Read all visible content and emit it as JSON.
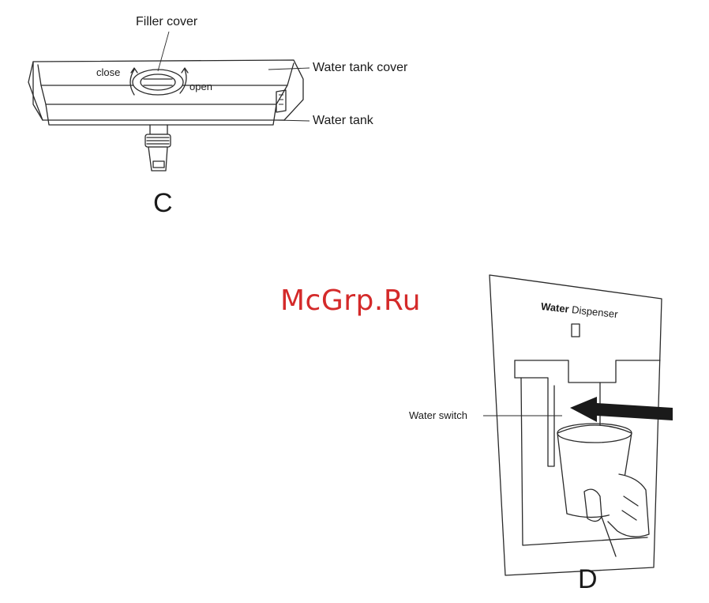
{
  "figure_c": {
    "label": "C",
    "callouts": {
      "filler_cover": "Filler cover",
      "water_tank_cover": "Water tank cover",
      "water_tank": "Water tank",
      "close": "close",
      "open": "open"
    }
  },
  "figure_d": {
    "label": "D",
    "panel_title_bold": "Water",
    "panel_title_rest": "Dispenser",
    "callouts": {
      "water_switch": "Water switch"
    }
  },
  "watermark": "McGrp.Ru"
}
